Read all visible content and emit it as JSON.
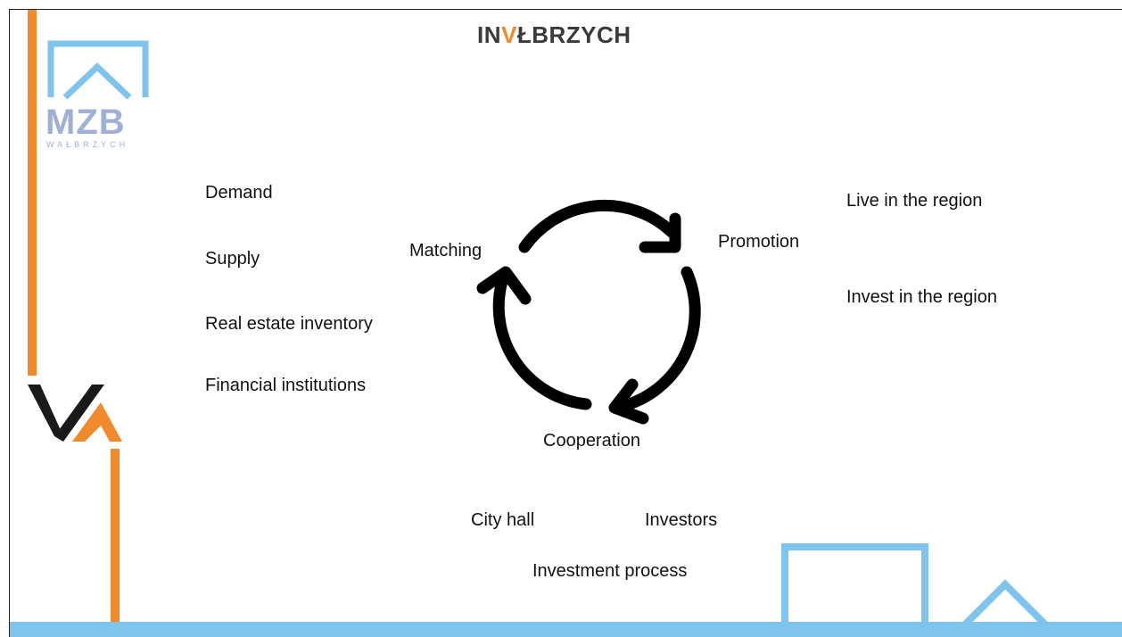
{
  "header": {
    "logo_prefix": "IN",
    "logo_accent": "V",
    "logo_suffix": "ŁBRZYCH"
  },
  "mzb_logo": {
    "name": "MZB",
    "sub": "WAŁBRZYCH"
  },
  "cycle": {
    "matching": "Matching",
    "promotion": "Promotion",
    "cooperation": "Cooperation"
  },
  "left_list": [
    "Demand",
    "Supply",
    "Real estate inventory",
    "Financial institutions"
  ],
  "right_list": [
    "Live in the region",
    "Invest in the region"
  ],
  "bottom": {
    "city_hall": "City hall",
    "investors": "Investors",
    "process": "Investment process"
  },
  "colors": {
    "orange": "#f08a2a",
    "light_blue": "#7fc4ec",
    "logo_blue": "#9eb0d6",
    "arrow": "#000000"
  }
}
